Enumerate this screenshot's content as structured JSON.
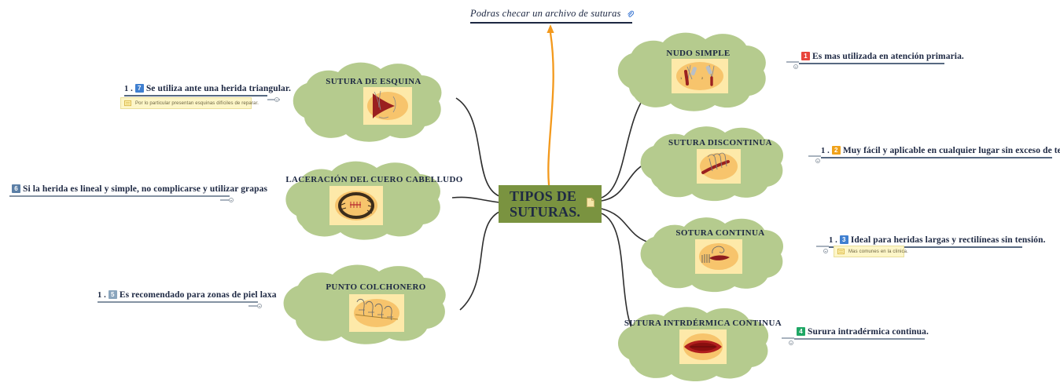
{
  "map": {
    "title": "TIPOS DE SUTURAS.",
    "root_label": "TIPOS DE\nSUTURAS.",
    "root_color": "#7a9340",
    "cloud_color": "#b5cb8e",
    "image_bg": "#fde9a9",
    "line_color": "#2e2e2e",
    "link_color": "#f3991c"
  },
  "top_link": {
    "text": "Podras checar un archivo de suturas",
    "icon": "paperclip-icon"
  },
  "root": {
    "label": "TIPOS DE\nSUTURAS.",
    "attachment_icon": "document-icon"
  },
  "branches": [
    {
      "id": "nudo-simple",
      "title": "NUDO SIMPLE",
      "image": "suture-knot-illustration",
      "leaf": {
        "prefix": "",
        "badge": "1",
        "badge_color": "#e8453c",
        "text": "Es mas utilizada en atención primaria."
      },
      "note": null
    },
    {
      "id": "sutura-discontinua",
      "title": "SUTURA DISCONTINUA",
      "image": "discontinuous-suture-illustration",
      "leaf": {
        "prefix": "1 .",
        "badge": "2",
        "badge_color": "#f0a21b",
        "text": "Muy fácil y aplicable en cualquier lugar sin exceso de tensión."
      },
      "note": null
    },
    {
      "id": "sotura-continua",
      "title": "SOTURA CONTINUA",
      "image": "continuous-suture-illustration",
      "leaf": {
        "prefix": "1 .",
        "badge": "3",
        "badge_color": "#3f7fd0",
        "text": "Ideal para heridas largas y rectilíneas sin tensión."
      },
      "note": {
        "text": "Mas comunes en la clinica.",
        "icon": "note-icon"
      }
    },
    {
      "id": "sutura-intradermica-continua",
      "title": "SUTURA INTRDÉRMICA CONTINUA",
      "image": "intradermal-suture-illustration",
      "leaf": {
        "prefix": "",
        "badge": "4",
        "badge_color": "#1fa765",
        "text": "Surura intradérmica continua."
      },
      "note": null
    },
    {
      "id": "sutura-de-esquina",
      "title": "SUTURA DE ESQUINA",
      "image": "corner-suture-illustration",
      "leaf": {
        "prefix": "1 .",
        "badge": "7",
        "badge_color": "#3f7fd0",
        "text": "Se utiliza ante una herida triangular."
      },
      "note": {
        "text": "Por lo particular presentan esquinas difíciles de reparar.",
        "icon": "note-icon"
      }
    },
    {
      "id": "laceracion-del-cuero-cabelludo",
      "title": "LACERACIÓN DEL CUERO CABELLUDO",
      "image": "scalp-laceration-illustration",
      "leaf": {
        "prefix": "",
        "badge": "6",
        "badge_color": "#5b7fa6",
        "text": "Si la herida es lineal y simple, no complicarse y utilizar grapas"
      },
      "note": null
    },
    {
      "id": "punto-colchonero",
      "title": "PUNTO COLCHONERO",
      "image": "mattress-stitch-illustration",
      "leaf": {
        "prefix": "1 .",
        "badge": "5",
        "badge_color": "#8aa5bd",
        "text": "Es recomendado para zonas de piel laxa"
      },
      "note": null
    }
  ]
}
